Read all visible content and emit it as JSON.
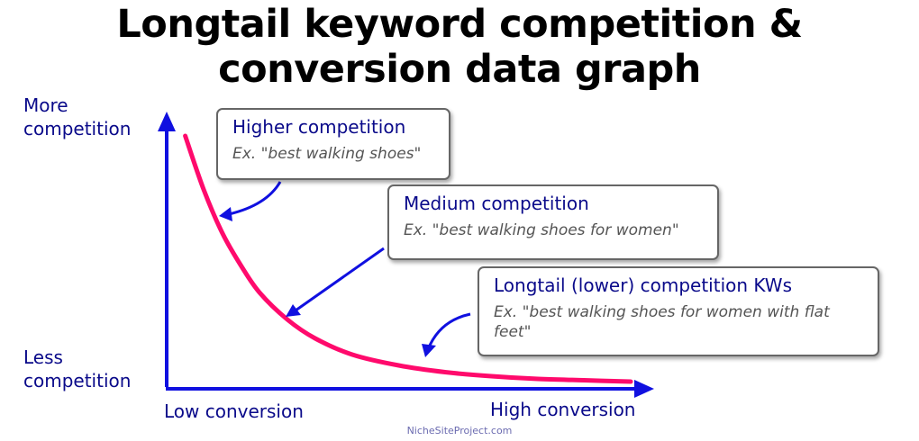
{
  "title_lines": [
    "Longtail keyword competition &",
    "conversion data graph"
  ],
  "y_axis": {
    "top_label": [
      "More",
      "competition"
    ],
    "bottom_label": [
      "Less",
      "competition"
    ]
  },
  "x_axis": {
    "left_label": "Low conversion",
    "right_label": "High conversion"
  },
  "callouts": [
    {
      "title": "Higher competition",
      "example": "Ex. \"best walking shoes\""
    },
    {
      "title": "Medium competition",
      "example": "Ex. \"best walking shoes for women\""
    },
    {
      "title": "Longtail (lower) competition KWs",
      "example": "Ex. \"best walking shoes for women with flat feet\""
    }
  ],
  "credit": "NicheSiteProject.com",
  "colors": {
    "axis": "#1010e0",
    "curve": "#ff0a6c",
    "label_text": "#0a0a8a"
  },
  "chart_data": {
    "type": "line",
    "title": "Longtail keyword competition & conversion data graph",
    "xlabel_left": "Low conversion",
    "xlabel_right": "High conversion",
    "ylabel_top": "More competition",
    "ylabel_bottom": "Less competition",
    "grid": false,
    "legend": "none",
    "xlim": [
      0,
      1
    ],
    "ylim": [
      0,
      1
    ],
    "series": [
      {
        "x": [
          0.04,
          0.08,
          0.12,
          0.16,
          0.2,
          0.26,
          0.32,
          0.4,
          0.5,
          0.6,
          0.7,
          0.8,
          0.9,
          1.0
        ],
        "values": [
          0.93,
          0.73,
          0.57,
          0.45,
          0.35,
          0.25,
          0.18,
          0.12,
          0.08,
          0.055,
          0.04,
          0.03,
          0.025,
          0.02
        ]
      }
    ],
    "annotations": [
      {
        "label": "Higher competition",
        "x": 0.11,
        "y": 0.6
      },
      {
        "label": "Medium competition",
        "x": 0.27,
        "y": 0.24
      },
      {
        "label": "Longtail (lower) competition KWs",
        "x": 0.57,
        "y": 0.065
      }
    ]
  }
}
